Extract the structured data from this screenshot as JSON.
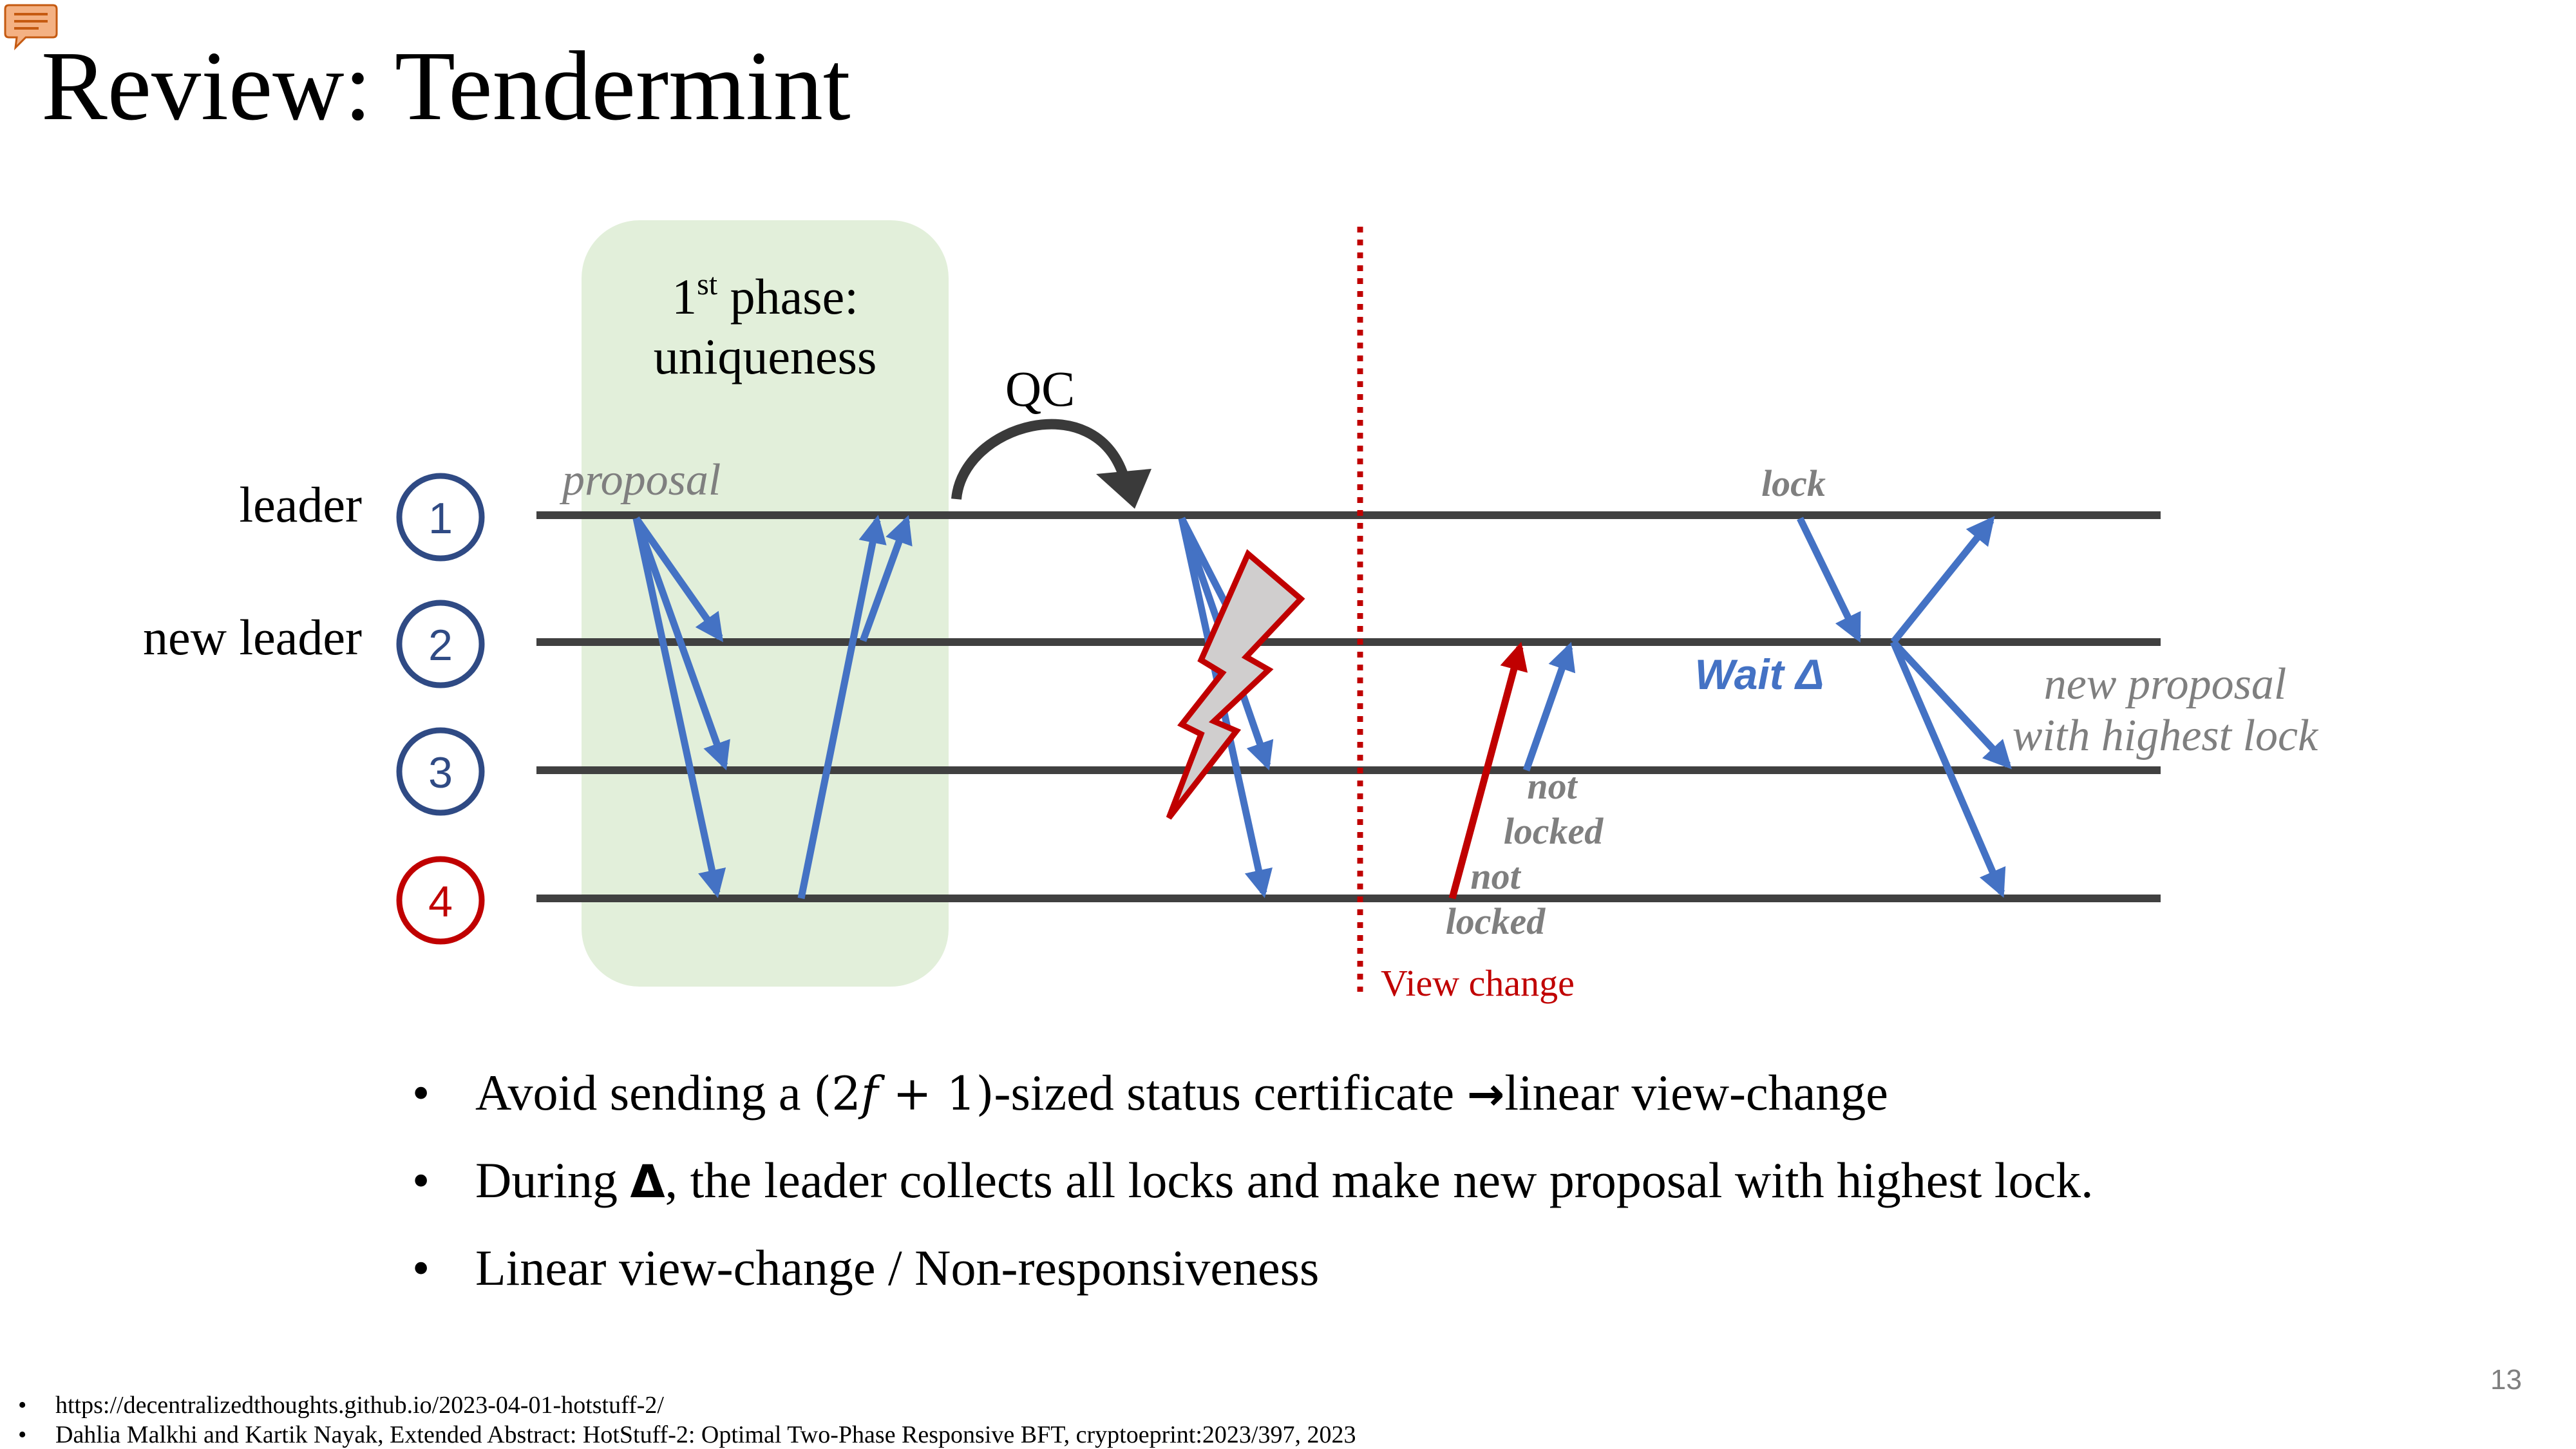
{
  "slide": {
    "title": "Review: Tendermint",
    "page_number": "13"
  },
  "diagram": {
    "phase_box": {
      "line1_main": "1",
      "line1_sup": "st",
      "line1_rest": " phase:",
      "line2": "uniqueness"
    },
    "qc_label": "QC",
    "nodes": [
      {
        "id": "1",
        "role_label": "leader",
        "color": "#2F4A84"
      },
      {
        "id": "2",
        "role_label": "new leader",
        "color": "#2F4A84"
      },
      {
        "id": "3",
        "role_label": "",
        "color": "#2F4A84"
      },
      {
        "id": "4",
        "role_label": "",
        "color": "#C00000"
      }
    ],
    "labels": {
      "proposal": "proposal",
      "lock": "lock",
      "wait": "Wait Δ",
      "new_proposal_line1": "new proposal",
      "new_proposal_line2": "with highest lock",
      "not_locked_a_line1": "not",
      "not_locked_a_line2": "locked",
      "not_locked_b_line1": "not",
      "not_locked_b_line2": "locked",
      "view_change": "View change"
    },
    "colors": {
      "message_arrow": "#4472C4",
      "timeline": "#404040",
      "view_change": "#C00000",
      "phase_box": "#E2EFDA",
      "label_gray": "#7F7F7F",
      "wait_label": "#4472C4"
    }
  },
  "bullets": [
    {
      "before": "Avoid sending a ",
      "math": "(2𝑓 + 1)",
      "after": "-sized status certificate ",
      "arrow": "→",
      "tail": "linear view-change"
    },
    {
      "before": "During ",
      "bold": "Δ",
      "after": ", the leader collects all locks and make new proposal with highest lock."
    },
    {
      "text": "Linear view-change / Non-responsiveness"
    }
  ],
  "references": [
    "https://decentralizedthoughts.github.io/2023-04-01-hotstuff-2/",
    "Dahlia Malkhi and Kartik Nayak, Extended Abstract: HotStuff-2: Optimal Two-Phase Responsive BFT, cryptoeprint:2023/397, 2023"
  ]
}
